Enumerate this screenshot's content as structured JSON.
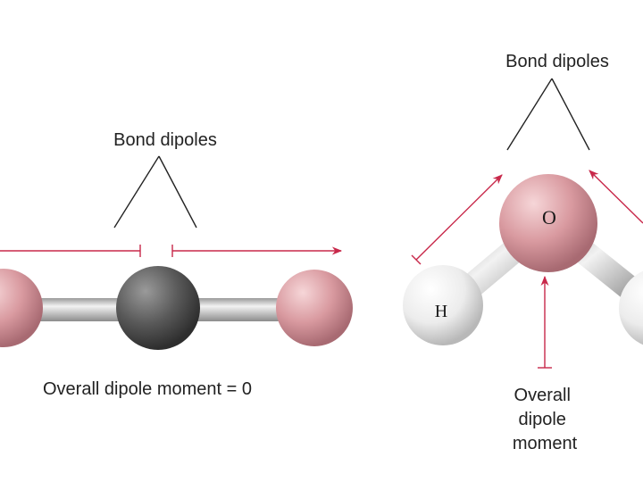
{
  "co2": {
    "bond_label": "Bond dipoles",
    "overall_label": "Overall dipole moment = 0"
  },
  "water": {
    "bond_label": "Bond dipoles",
    "oxygen_label": "O",
    "hydrogen_label": "H",
    "overall_label_lines": [
      "Overall",
      "dipole",
      "moment"
    ]
  },
  "colors": {
    "arrow": "#c8284a",
    "carbon": "#555555",
    "oxygen": "#d4959a",
    "hydrogen": "#f0f0f0",
    "bond": "#cfcfcf"
  }
}
